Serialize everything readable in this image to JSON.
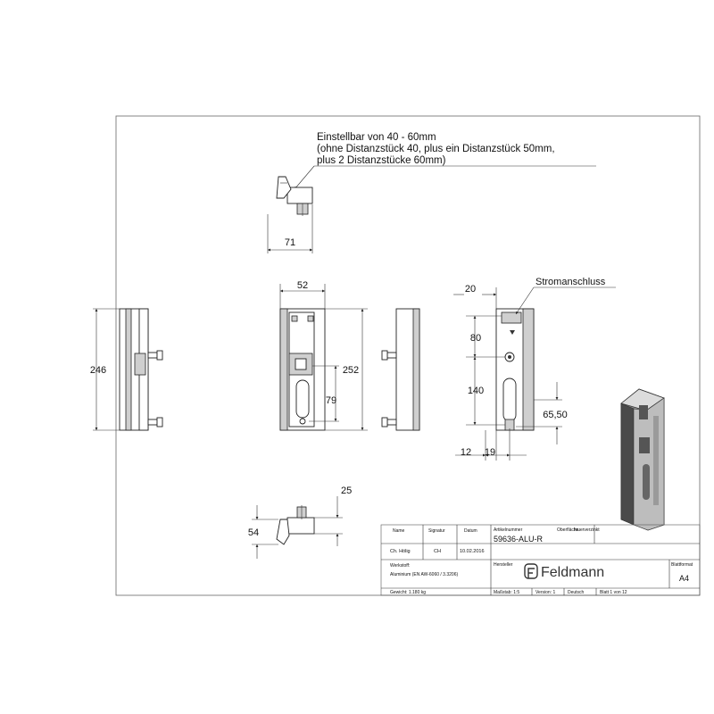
{
  "note": {
    "line1": "Einstellbar von 40 - 60mm",
    "line2": "(ohne Distanzstück 40, plus ein Distanzstück 50mm,",
    "line3": "plus 2 Distanzstücke 60mm)"
  },
  "power_label": "Stromanschluss",
  "dimensions": {
    "top_depth": "71",
    "side_height": "246",
    "front_width": "52",
    "front_height": "252",
    "front_offset": "79",
    "back_top": "20",
    "back_a": "80",
    "back_b": "140",
    "back_side": "65,50",
    "back_bottom_left": "12",
    "back_bottom_right": "19",
    "bottom_offset": "25",
    "bottom_depth": "54"
  },
  "title_block": {
    "name_label": "Name",
    "signature_label": "Signatur",
    "date_label": "Datum",
    "article_label": "Artikelnummer",
    "surface_label": "Oberfläche:",
    "surface_value": "feuerverzinkt",
    "name_value": "Ch. Hölig",
    "signature_value": "CH",
    "date_value": "10.02.2016",
    "article_value": "59636-ALU-R",
    "maker_label": "Hersteller",
    "brand": "Feldmann",
    "sheet_format_label": "Blattformat",
    "sheet_format_value": "A4",
    "material_label": "Werkstoff:",
    "material_value": "Aluminium (EN AW-6060 / 3.3206)",
    "weight": "Gewicht: 1.180 kg",
    "scale": "Maßstab: 1:5",
    "version": "Version: 1",
    "language": "Deutsch",
    "sheet": "Blatt 1 von 12"
  }
}
